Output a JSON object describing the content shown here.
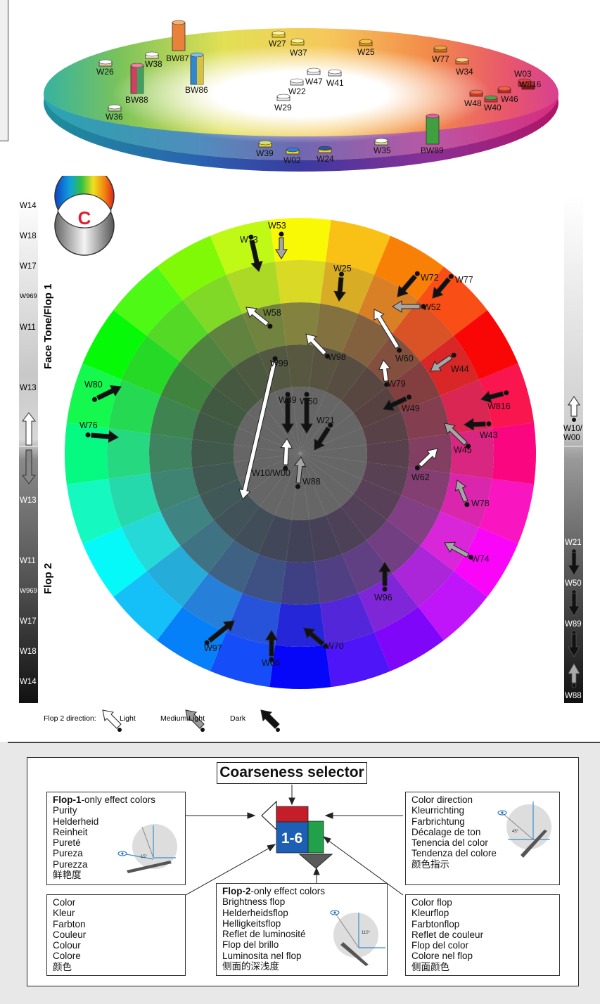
{
  "colors": {
    "red": "#e8212d",
    "green": "#2a9d3c",
    "blue": "#1f5fb0",
    "yellow": "#f2d21a"
  },
  "top_ring": {
    "labels": [
      "W27",
      "W37",
      "W25",
      "W77",
      "W34",
      "W03",
      "W816",
      "W26",
      "W38",
      "BW87",
      "BW86",
      "BW88",
      "W47",
      "W41",
      "W22",
      "W29",
      "W48",
      "W40",
      "W46",
      "W36",
      "W39",
      "W02",
      "W24",
      "W35",
      "BW89"
    ]
  },
  "wheel": {
    "logo_letter": "C",
    "labels": [
      "W53",
      "W73",
      "W25",
      "W72",
      "W77",
      "W52",
      "W58",
      "W98",
      "W60",
      "W44",
      "W99",
      "W80",
      "W79",
      "W89",
      "W50",
      "W49",
      "W816",
      "W21",
      "W76",
      "W43",
      "W45",
      "W10/W00",
      "W88",
      "W62",
      "W78",
      "W74",
      "W96",
      "W97",
      "W70",
      "W66"
    ]
  },
  "left_scale": {
    "labels": [
      "W14",
      "W18",
      "W17",
      "W969",
      "W11",
      "W13",
      "W13",
      "W11",
      "W969",
      "W17",
      "W18",
      "W14"
    ],
    "face_label": "Face Tone/Flop 1",
    "flop2_label": "Flop 2"
  },
  "right_scale": {
    "top_label": "W10/\nW00",
    "labels": [
      "W21",
      "W50",
      "W89",
      "W88"
    ]
  },
  "legend": {
    "title": "Flop 2 direction:",
    "items": [
      "Light",
      "Medium Light",
      "Dark"
    ]
  },
  "selector": {
    "title": "Coarseness selector",
    "badge": "1-6",
    "flop1": {
      "heading_bold": "Flop-1",
      "heading_rest": "-only effect colors",
      "lines": [
        "Purity",
        "Helderheid",
        "Reinheit",
        "Pureté",
        "Pureza",
        "Purezza",
        "鲜艳度"
      ]
    },
    "color": {
      "lines": [
        "Color",
        "Kleur",
        "Farbton",
        "Couleur",
        "Colour",
        "Colore",
        "颜色"
      ]
    },
    "flop2": {
      "heading_bold": "Flop-2",
      "heading_rest": "-only effect colors",
      "lines": [
        "Brightness flop",
        "Helderheidsflop",
        "Helligkeitsflop",
        "Reflet de luminosité",
        "Flop del brillo",
        "Luminosita nel flop",
        "侧面的深浅度"
      ]
    },
    "direction": {
      "lines": [
        "Color direction",
        "Kleurrichting",
        "Farbrichtung",
        "Décalage de ton",
        "Tenencia del color",
        "Tendenza del colore",
        "颜色指示"
      ]
    },
    "colorflop": {
      "lines": [
        "Color flop",
        "Kleurflop",
        "Farbtonflop",
        "Reflet de couleur",
        "Flop del color",
        "Colore nel flop",
        "侧面颜色"
      ]
    },
    "angles": [
      "15°",
      "45°",
      "110°"
    ]
  }
}
